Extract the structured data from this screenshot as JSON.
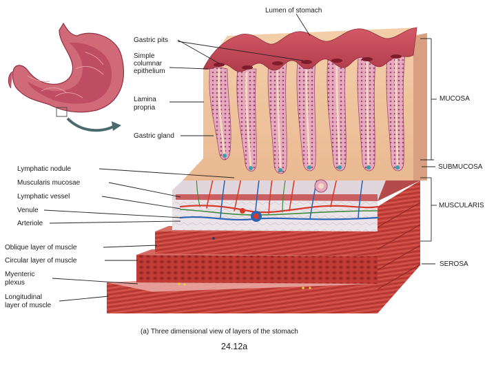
{
  "top_label": "Lumen of stomach",
  "labels_center": {
    "gastric_pits": "Gastric pits",
    "simple_columnar_1": "Simple",
    "simple_columnar_2": "columnar",
    "simple_columnar_3": "epithelium",
    "lamina_propria_1": "Lamina",
    "lamina_propria_2": "propria",
    "gastric_gland": "Gastric gland"
  },
  "labels_left": {
    "lymphatic_nodule": "Lymphatic nodule",
    "muscularis_mucosae": "Muscularis mucosae",
    "lymphatic_vessel": "Lymphatic vessel",
    "venule": "Venule",
    "arteriole": "Arteriole",
    "oblique_layer": "Oblique layer of muscle",
    "circular_layer": "Circular layer of muscle",
    "myenteric_1": "Myenteric",
    "myenteric_2": "plexus",
    "longitudinal_1": "Longitudinal",
    "longitudinal_2": "layer of muscle"
  },
  "layers": {
    "mucosa": "MUCOSA",
    "submucosa": "SUBMUCOSA",
    "muscularis": "MUSCULARIS",
    "serosa": "SEROSA"
  },
  "caption": "(a) Three dimensional view of layers of the stomach",
  "figure_number": "24.12a",
  "colors": {
    "mucosa_surface": "#c8485a",
    "lamina": "#f0c6a0",
    "epithelium": "#d88aa4",
    "muscle": "#c8423c",
    "muscle_dark": "#8e2a26",
    "submucosa": "#e8e2e6",
    "artery": "#d83a2a",
    "vein": "#2a64b4",
    "lymph": "#3c8a3c"
  }
}
